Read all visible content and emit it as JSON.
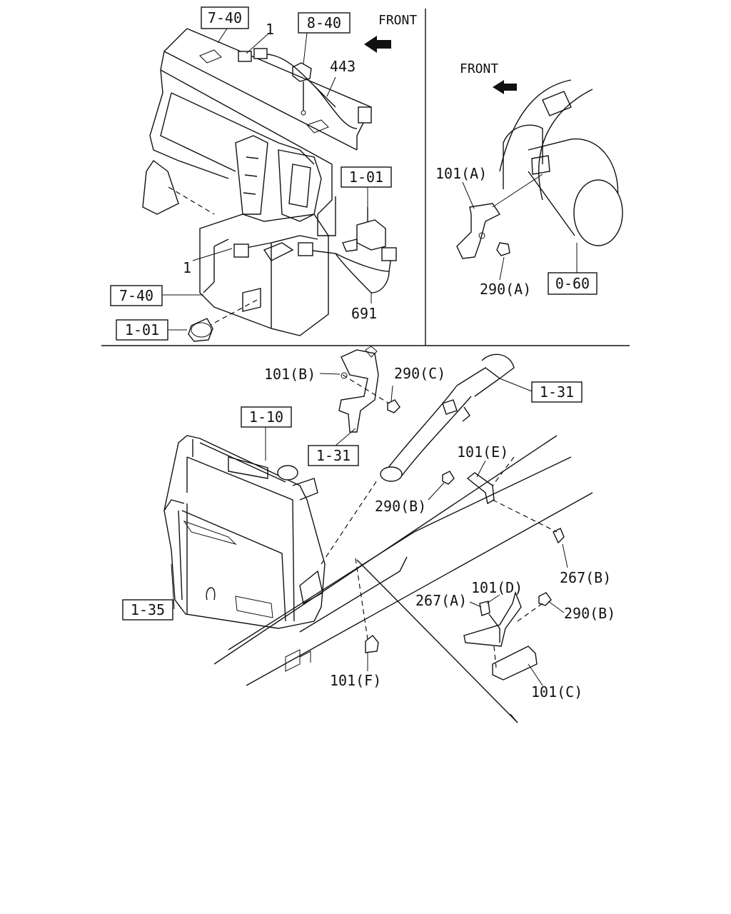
{
  "callouts": {
    "box_7_40_top": "7-40",
    "box_8_40": "8-40",
    "box_1_01_mid": "1-01",
    "box_7_40_left": "7-40",
    "box_1_01_left": "1-01",
    "box_0_60": "0-60",
    "box_1_31_right": "1-31",
    "box_1_31_mid": "1-31",
    "box_1_10": "1-10",
    "box_1_35": "1-35"
  },
  "labels": {
    "front_top": "FRONT",
    "front_right": "FRONT",
    "part_1_top": "1",
    "part_443": "443",
    "part_1_left": "1",
    "part_691": "691",
    "part_101A": "101(A)",
    "part_290A": "290(A)",
    "part_101B": "101(B)",
    "part_290C": "290(C)",
    "part_101E": "101(E)",
    "part_290B_mid": "290(B)",
    "part_267B": "267(B)",
    "part_101D": "101(D)",
    "part_267A": "267(A)",
    "part_290B_right": "290(B)",
    "part_101F": "101(F)",
    "part_101C": "101(C)"
  }
}
